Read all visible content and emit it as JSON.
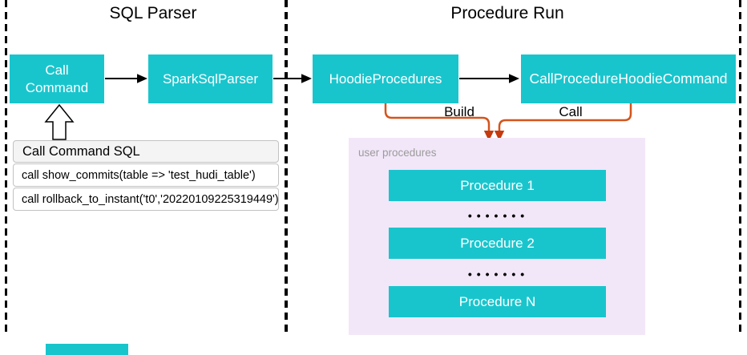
{
  "sections": {
    "left_title": "SQL Parser",
    "right_title": "Procedure Run"
  },
  "nodes": {
    "call_command_line1": "Call",
    "call_command_line2": "Command",
    "spark_sql_parser": "SparkSqlParser",
    "hoodie_procedures": "HoodieProcedures",
    "call_procedure_hoodie_command": "CallProcedureHoodieCommand"
  },
  "sql_box": {
    "header": "Call Command SQL",
    "rows": [
      "call show_commits(table => 'test_hudi_table')",
      "call rollback_to_instant('t0','20220109225319449')"
    ]
  },
  "edges": {
    "build_label": "Build",
    "call_label": "Call"
  },
  "user_procedures": {
    "label": "user procedures",
    "items": [
      "Procedure 1",
      "Procedure 2",
      "Procedure N"
    ],
    "dots": "•••••••"
  },
  "colors": {
    "node_teal": "#19C5CD",
    "container_pink": "#F2E7F8",
    "orange_line": "#D4541C",
    "orange_head": "#C53A10",
    "gray_label": "#9B9B9B",
    "black": "#000000"
  }
}
